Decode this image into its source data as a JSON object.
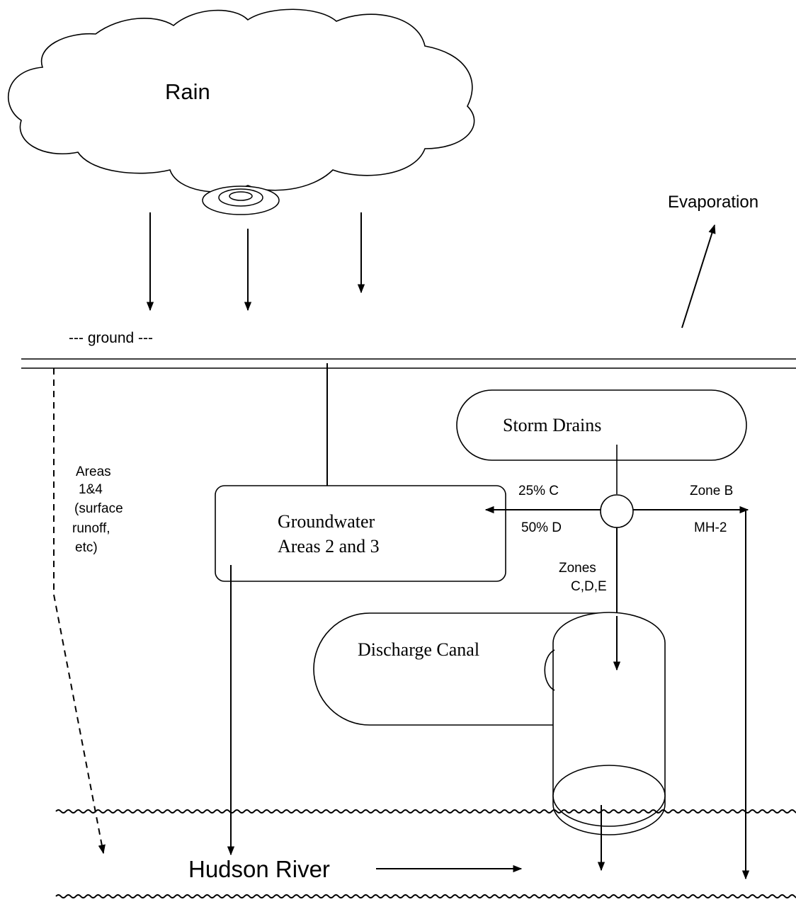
{
  "rain_label": "Rain",
  "evaporation_label": "Evaporation",
  "ground_label": "--- ground ---",
  "areas_label": [
    "Areas",
    "1&4",
    "(surface",
    "runoff,",
    "etc)"
  ],
  "groundwater_label": [
    "Groundwater",
    "Areas 2 and 3"
  ],
  "storm_drains_label": "Storm Drains",
  "pct_c_label": "25% C",
  "pct_d_label": "50% D",
  "zone_b_label": "Zone B",
  "mh2_label": "MH-2",
  "zones_label": [
    "Zones",
    "C,D,E"
  ],
  "discharge_canal_label": "Discharge Canal",
  "hudson_river_label": "Hudson River"
}
